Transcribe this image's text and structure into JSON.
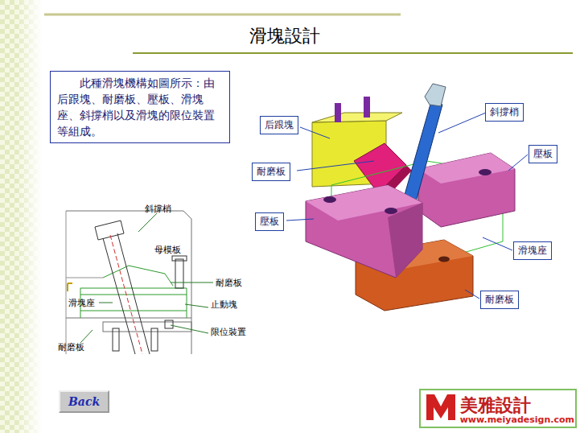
{
  "diagram": {
    "title": "滑塊設計",
    "nodes": [
      {
        "text": [
          "此種滑塊機構如圖所示：由后跟塊、耐磨板、壓板、滑塊座、斜撐梢以及滑塊的限位裝置等組成。"
        ]
      },
      {
        "text": [
          "后跟塊"
        ]
      },
      {
        "text": [
          "斜撐梢"
        ]
      },
      {
        "text": [
          "耐磨板"
        ]
      },
      {
        "text": [
          "壓板"
        ]
      },
      {
        "text": [
          "壓板"
        ]
      },
      {
        "text": [
          "滑塊座"
        ]
      },
      {
        "text": [
          "耐磨板"
        ]
      },
      {
        "text": [
          "Back"
        ]
      }
    ],
    "labels": [
      "斜撐梢",
      "母模板",
      "耐磨板",
      "滑塊座",
      "止動塊",
      "限位裝置",
      "耐磨板",
      "美雅設計",
      "www.meiyadesign.com"
    ]
  }
}
